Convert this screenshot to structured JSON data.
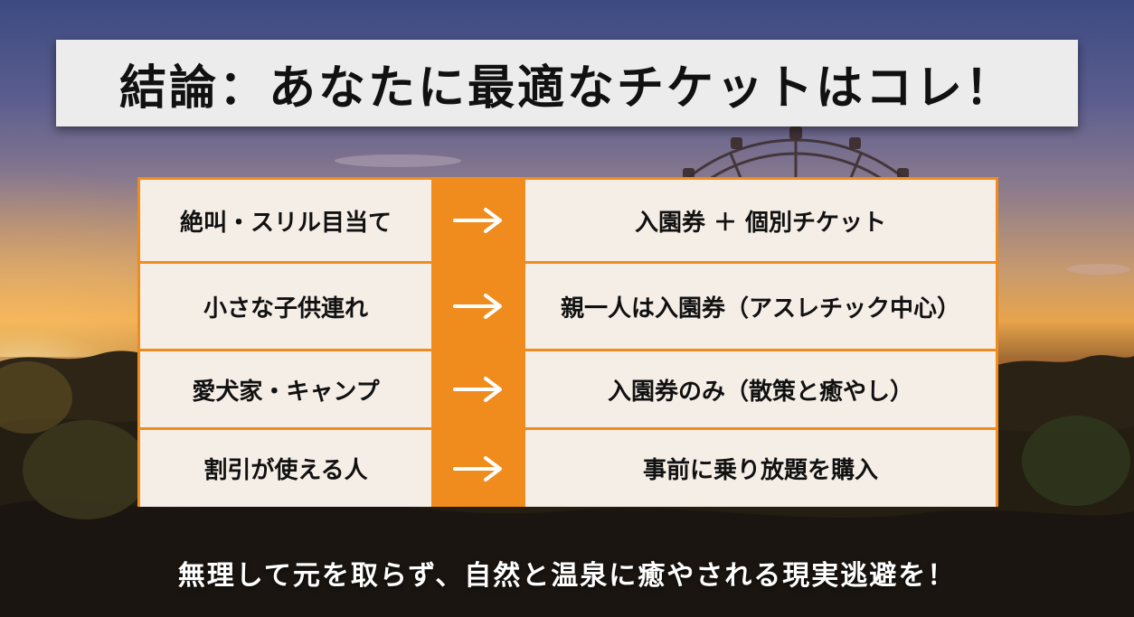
{
  "title": "結論：あなたに最適なチケットはコレ！",
  "rows": [
    {
      "left": "絶叫・スリル目当て",
      "right": "入園券 ＋ 個別チケット"
    },
    {
      "left": "小さな子供連れ",
      "right": "親一人は入園券（アスレチック中心）"
    },
    {
      "left": "愛犬家・キャンプ",
      "right": "入園券のみ（散策と癒やし）"
    },
    {
      "left": "割引が使える人",
      "right": "事前に乗り放題を購入"
    }
  ],
  "footer": "無理して元を取らず、自然と温泉に癒やされる現実逃避を！",
  "colors": {
    "accent": "#f08c1e",
    "title_bg": "#ececec",
    "cell_bg": "#f5f5f5"
  },
  "icons": {
    "arrow": "arrow-right-icon"
  }
}
